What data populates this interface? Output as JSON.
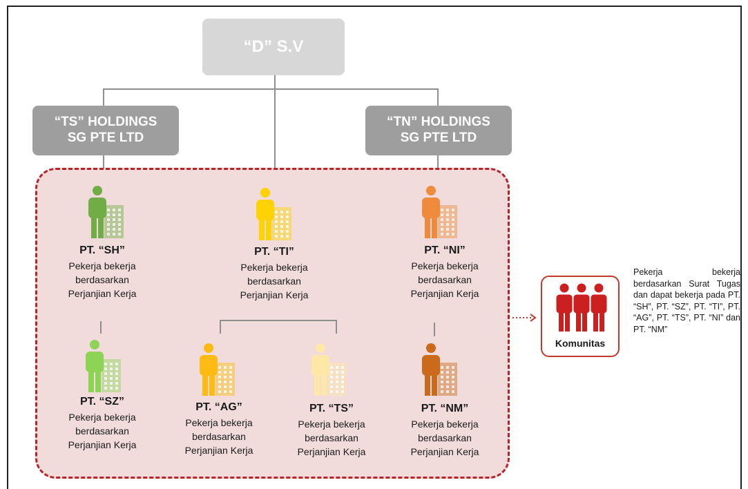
{
  "top_box": {
    "text": "“D” S.V"
  },
  "mid_boxes": [
    {
      "line1": "“TS” HOLDINGS",
      "line2": "SG PTE LTD"
    },
    {
      "line1": "“TN” HOLDINGS",
      "line2": "SG PTE LTD"
    }
  ],
  "companies": [
    {
      "name": "PT. “SH”",
      "desc1": "Pekerja bekerja",
      "desc2": "berdasarkan",
      "desc3": "Perjanjian Kerja",
      "color": "#70ad47"
    },
    {
      "name": "PT. “TI”",
      "desc1": "Pekerja bekerja",
      "desc2": "berdasarkan",
      "desc3": "Perjanjian Kerja",
      "color": "#ffd200"
    },
    {
      "name": "PT. “NI”",
      "desc1": "Pekerja bekerja",
      "desc2": "berdasarkan",
      "desc3": "Perjanjian Kerja",
      "color": "#f08a3c"
    },
    {
      "name": "PT. “SZ”",
      "desc1": "Pekerja bekerja",
      "desc2": "berdasarkan",
      "desc3": "Perjanjian Kerja",
      "color": "#8dd456"
    },
    {
      "name": "PT. “AG”",
      "desc1": "Pekerja bekerja",
      "desc2": "berdasarkan",
      "desc3": "Perjanjian Kerja",
      "color": "#ffbb11"
    },
    {
      "name": "PT. “TS”",
      "desc1": "Pekerja bekerja",
      "desc2": "berdasarkan",
      "desc3": "Perjanjian Kerja",
      "color": "#ffe7a8"
    },
    {
      "name": "PT. “NM”",
      "desc1": "Pekerja bekerja",
      "desc2": "berdasarkan",
      "desc3": "Perjanjian Kerja",
      "color": "#cc6a1c"
    }
  ],
  "komunitas": {
    "label": "Komunitas",
    "color": "#cc1f1f",
    "description": "Pekerja bekerja berdasarkan Surat Tugas dan dapat bekerja pada PT. “SH”, PT. “SZ”, PT. “TI”, PT. “AG”, PT. “TS”, PT. “NI” dan PT. “NM”"
  },
  "colors": {
    "connector": "#8e8e8e",
    "group_fill": "#f1dcdb",
    "group_border": "#b82329",
    "top_box": "#d7d7d7",
    "mid_box": "#9e9e9e"
  }
}
